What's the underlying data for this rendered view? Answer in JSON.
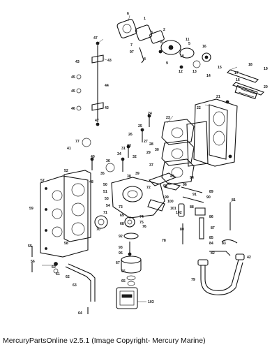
{
  "footer": {
    "text": "MercuryPartsOnline v2.5.1 (Image Copyright- Mercury Marine)"
  },
  "callouts": [
    "1",
    "2",
    "3",
    "4",
    "5",
    "6",
    "7",
    "8",
    "9",
    "10",
    "11",
    "12",
    "13",
    "14",
    "15",
    "16",
    "17",
    "18",
    "19",
    "20",
    "21",
    "22",
    "23",
    "24",
    "25",
    "26",
    "27",
    "28",
    "29",
    "30",
    "31",
    "32",
    "33",
    "34",
    "35",
    "36",
    "37",
    "38",
    "39",
    "40",
    "41",
    "42",
    "43",
    "44",
    "45",
    "46",
    "47",
    "48",
    "49",
    "50",
    "51",
    "52",
    "53",
    "54",
    "55",
    "56",
    "57",
    "58",
    "59",
    "60",
    "61",
    "62",
    "63",
    "64",
    "65",
    "66",
    "67",
    "68",
    "69",
    "70",
    "71",
    "72",
    "73",
    "74",
    "75",
    "76",
    "77",
    "78",
    "79",
    "80",
    "81",
    "82",
    "83",
    "84",
    "85",
    "86",
    "87",
    "88",
    "89",
    "90",
    "91",
    "92",
    "93",
    "94",
    "95",
    "96",
    "97",
    "98",
    "99",
    "100",
    "101",
    "102",
    "103"
  ],
  "colors": {
    "ink": "#111111",
    "paper": "#ffffff"
  }
}
